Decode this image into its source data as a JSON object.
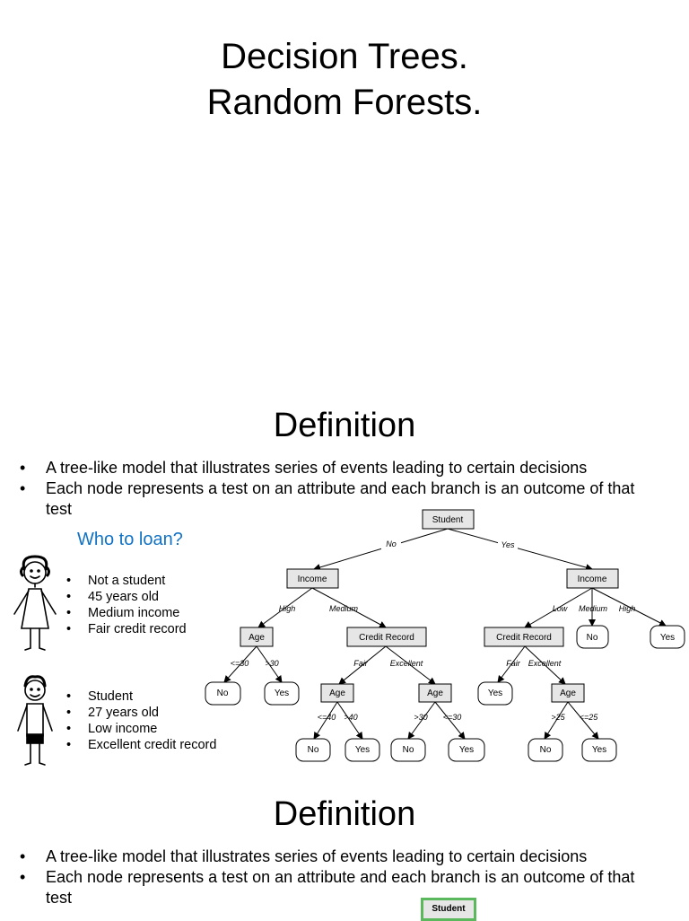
{
  "slide1": {
    "title_line1": "Decision Trees.",
    "title_line2": "Random Forests."
  },
  "slide2": {
    "heading": "Definition",
    "bullets": [
      "A tree-like model that illustrates series of events leading to certain decisions",
      "Each node represents a test on an attribute and each branch is an outcome of that test"
    ],
    "who_to_loan": "Who to loan?",
    "person1": [
      "Not a student",
      "45 years old",
      "Medium income",
      "Fair credit record"
    ],
    "person2": [
      "Student",
      "27 years old",
      "Low income",
      "Excellent credit record"
    ],
    "tree": {
      "root": "Student",
      "root_no": "No",
      "root_yes": "Yes",
      "income_left": "Income",
      "income_right": "Income",
      "high": "High",
      "medium": "Medium",
      "low": "Low",
      "medium_r": "Medium",
      "high_r": "High",
      "age_left": "Age",
      "credit_mid": "Credit Record",
      "credit_right": "Credit Record",
      "no_medium": "No",
      "yes_high": "Yes",
      "le30": "<=30",
      "gt30": ">30",
      "fair": "Fair",
      "excellent": "Excellent",
      "fair_r": "Fair",
      "excellent_r": "Excellent",
      "leaf_no_1": "No",
      "leaf_yes_1": "Yes",
      "age_mid1": "Age",
      "age_mid2": "Age",
      "leaf_yes_fair": "Yes",
      "age_right": "Age",
      "le40": "<=40",
      "gt40": ">40",
      "gt30b": ">30",
      "le30b": "<=30",
      "gt25": ">25",
      "le25": "<=25",
      "leaf_no_2": "No",
      "leaf_yes_2": "Yes",
      "leaf_no_3": "No",
      "leaf_yes_3": "Yes",
      "leaf_no_4": "No",
      "leaf_yes_4": "Yes"
    }
  },
  "slide3": {
    "heading": "Definition",
    "bullets": [
      "A tree-like model that illustrates series of events leading to certain decisions",
      "Each node represents a test on an attribute and each branch is an outcome of that test"
    ],
    "root": "Student"
  },
  "colors": {
    "who_to_loan": "#1272c4",
    "node_fill": "#e6e6e6",
    "root3_border": "#5cb85c"
  }
}
